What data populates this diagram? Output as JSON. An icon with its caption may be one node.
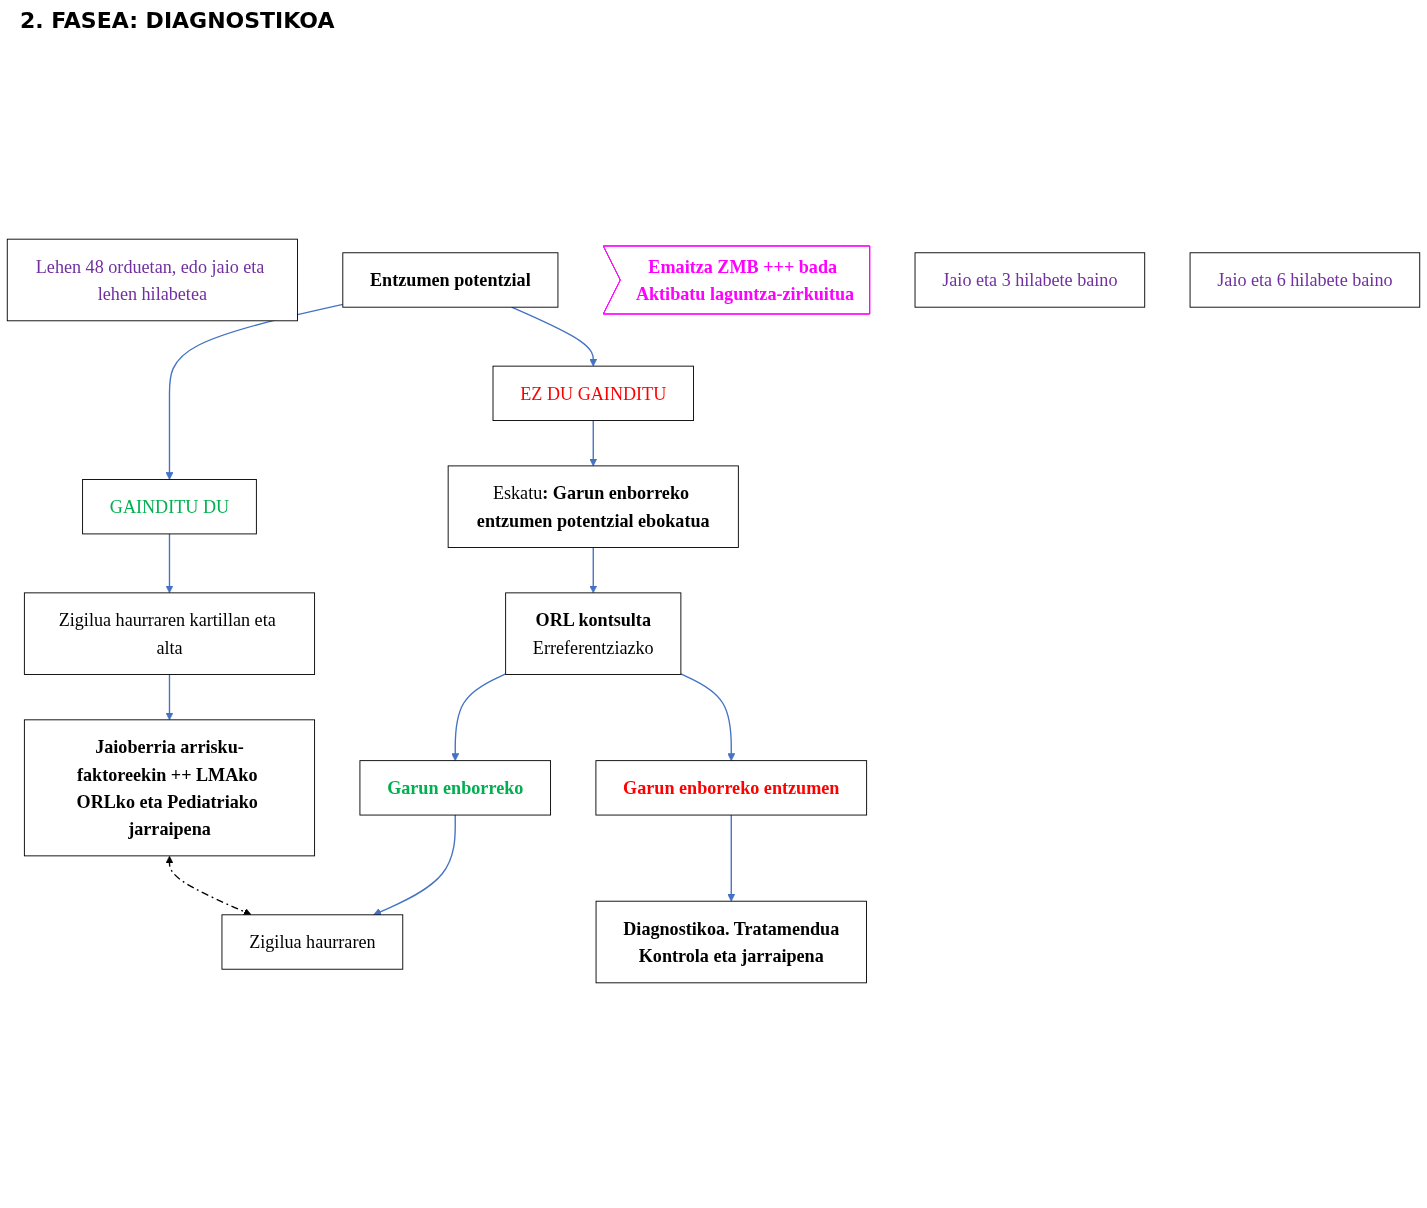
{
  "diagram": {
    "nodes": [
      {
        "text": [
          "Lehen 48 orduetan, edo jaio eta lehen hilabetea"
        ]
      },
      {
        "text": [
          "Entzumen potentzial"
        ]
      },
      {
        "text": [
          "GAINDITU DU"
        ]
      },
      {
        "text": [
          "Zigilua haurraren kartillan eta alta"
        ]
      },
      {
        "text": [
          "EZ DU GAINDITU"
        ]
      },
      {
        "text": [
          "Jaioberria arrisku-faktoreekin ++ LMAko ORLko eta Pediatriako jarraipena"
        ]
      },
      {
        "text": [
          "Eskatu**: Garun enborreko entzumen potentzial ebokatua**"
        ]
      },
      {
        "text": [
          "Emaitza ZMB +++ bada Aktibatu laguntza-zirkuitua"
        ]
      },
      {
        "text": [
          "Jaio eta 3 hilabete baino"
        ]
      },
      {
        "text": [
          "ORL kontsulta",
          "Erreferentziazko"
        ]
      },
      {
        "text": [
          "Garun enborreko"
        ]
      },
      {
        "text": [
          "Zigilua haurraren"
        ]
      },
      {
        "text": [
          "Garun enborreko entzumen"
        ]
      },
      {
        "text": [
          "Jaio eta 6 hilabete baino"
        ]
      },
      {
        "text": [
          "Diagnostikoa. Tratamendua",
          "Kontrola eta jarraipena"
        ]
      }
    ],
    "edges": [
      {
        "from": 1,
        "to": 2,
        "arrow": "to"
      },
      {
        "from": 2,
        "to": 3,
        "arrow": "to"
      },
      {
        "from": 3,
        "to": 5,
        "arrow": "to"
      },
      {
        "from": 1,
        "to": 4,
        "arrow": "to"
      },
      {
        "from": 4,
        "to": 6,
        "arrow": "to"
      },
      {
        "from": 6,
        "to": 9,
        "arrow": "to"
      },
      {
        "from": 9,
        "to": 10,
        "arrow": "to"
      },
      {
        "from": 10,
        "to": 11,
        "arrow": "to"
      },
      {
        "from": 9,
        "to": 12,
        "arrow": "to"
      },
      {
        "from": 12,
        "to": 14,
        "arrow": "to"
      },
      {
        "from": 5,
        "to": 11,
        "arrow": "both",
        "style": "dashed",
        "color": "#000000"
      }
    ],
    "labels": [
      "2. FASEA: DIAGNOSTIKOA"
    ]
  }
}
